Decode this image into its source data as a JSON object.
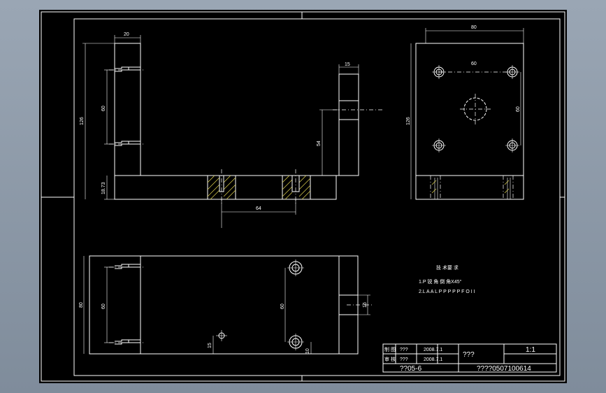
{
  "colors": {
    "background": "#000000",
    "lines": "#ffffff",
    "hatch": "#d4c84a",
    "frame": "#8e9aa8"
  },
  "dimensions": {
    "front_top_width": "20",
    "front_height": "126",
    "front_hole_spacing": "60",
    "front_base_height": "18.73",
    "front_right_width": "15",
    "front_right_height": "54",
    "front_slot_spacing": "64",
    "side_width": "80",
    "side_hole_spacing_h": "60",
    "side_height": "126",
    "side_hole_spacing_v": "60",
    "top_width": "80",
    "top_hole_spacing": "60",
    "top_right_height": "60",
    "top_slot_width": "16",
    "top_small_hole_offset": "15",
    "top_bottom_offset": "10"
  },
  "notes": {
    "title": "技 术要 求",
    "line1": "1.P 锐 角 倒 角X45°",
    "line2": "2.L  A  A  L  P  P  P  P  P  F  O  I  I"
  },
  "title_block": {
    "row1_label": "制 图",
    "row1_name": "???",
    "row1_date": "2008.7.1",
    "row2_label": "审 核",
    "row2_name": "???",
    "row2_date": "2008.7.1",
    "part_name": "???",
    "scale": "1:1",
    "drawing_no": "??05-6",
    "code": "????0507100614"
  }
}
